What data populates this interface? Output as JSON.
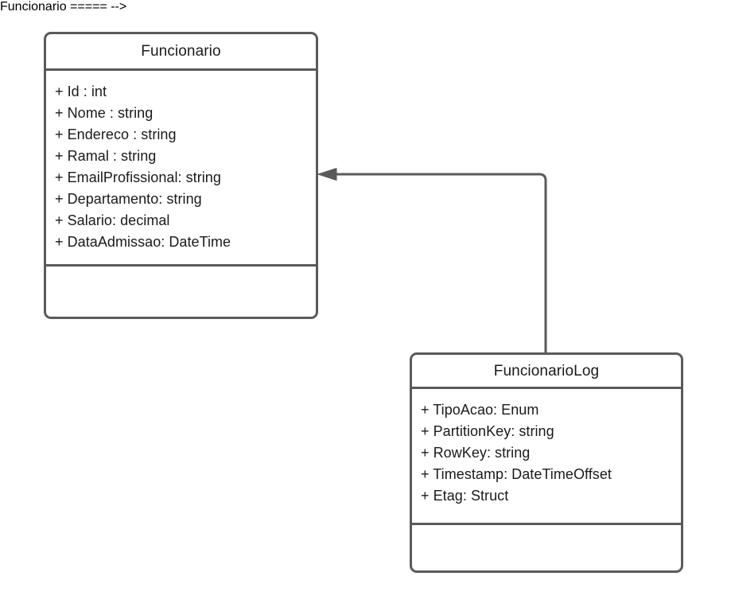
{
  "diagram": {
    "type": "uml-class-diagram",
    "background_color": "#ffffff",
    "line_color": "#5a5a5a",
    "text_color": "#1a1a1a",
    "classes": [
      {
        "name": "Funcionario",
        "attributes": [
          "+ Id : int",
          "+ Nome : string",
          "+ Endereco : string",
          "+ Ramal : string",
          "+ EmailProfissional: string",
          "+ Departamento: string",
          "+ Salario: decimal",
          "+ DataAdmissao: DateTime"
        ],
        "methods": []
      },
      {
        "name": "FuncionarioLog",
        "attributes": [
          "+ TipoAcao: Enum",
          "+ PartitionKey: string",
          "+ RowKey: string",
          "+ Timestamp: DateTimeOffset",
          "+ Etag: Struct"
        ],
        "methods": []
      }
    ],
    "relationships": [
      {
        "kind": "association-directed",
        "from": "FuncionarioLog",
        "to": "Funcionario",
        "arrow": "solid-filled-triangle",
        "routing": "orthogonal-elbow"
      }
    ]
  }
}
